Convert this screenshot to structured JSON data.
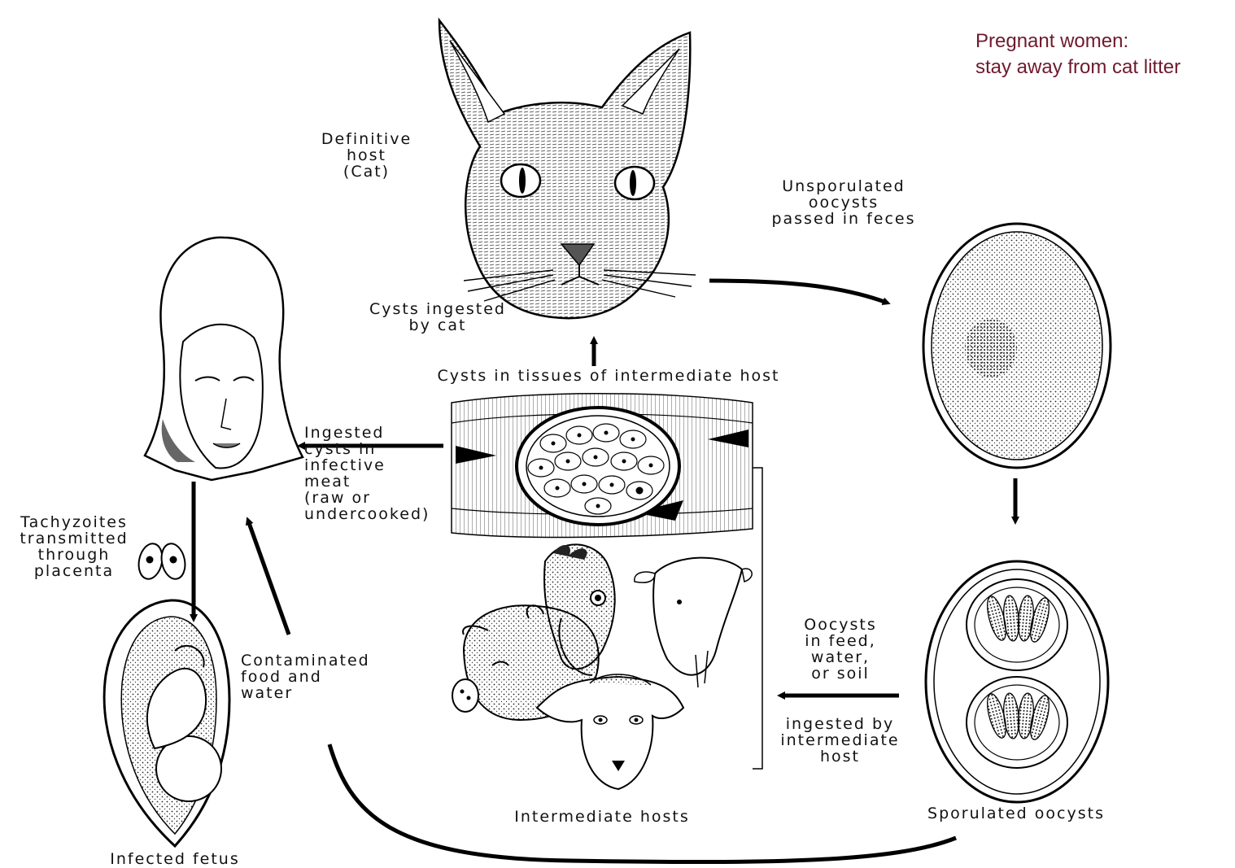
{
  "note": {
    "line1": "Pregnant women:",
    "line2": "stay away from cat litter",
    "color": "#6e1a2e"
  },
  "labels": {
    "definitive_host": "Definitive\nhost\n(Cat)",
    "unsporulated": "Unsporulated\noocysts\npassed in feces",
    "cysts_ingested_cat": "Cysts ingested\nby cat",
    "cysts_in_tissues": "Cysts in tissues of intermediate host",
    "ingested_cysts_meat": "Ingested\ncysts in\ninfective\nmeat\n(raw or\nundercooked)",
    "tachyzoites": "Tachyzoites\ntransmitted\nthrough\nplacenta",
    "contaminated": "Contaminated\nfood and\nwater",
    "oocysts_feed": "Oocysts\nin feed,\nwater,\nor soil",
    "ingested_intermediate": "ingested by\nintermediate\nhost",
    "intermediate_hosts": "Intermediate hosts",
    "sporulated": "Sporulated oocysts",
    "infected_fetus": "Infected fetus"
  },
  "illustrations": [
    "cat-head-icon",
    "woman-head-icon",
    "fetus-icon",
    "tissue-cyst-icon",
    "intermediate-animals-icon",
    "unsporulated-oocyst-icon",
    "sporulated-oocyst-icon",
    "tachyzoite-icon"
  ]
}
